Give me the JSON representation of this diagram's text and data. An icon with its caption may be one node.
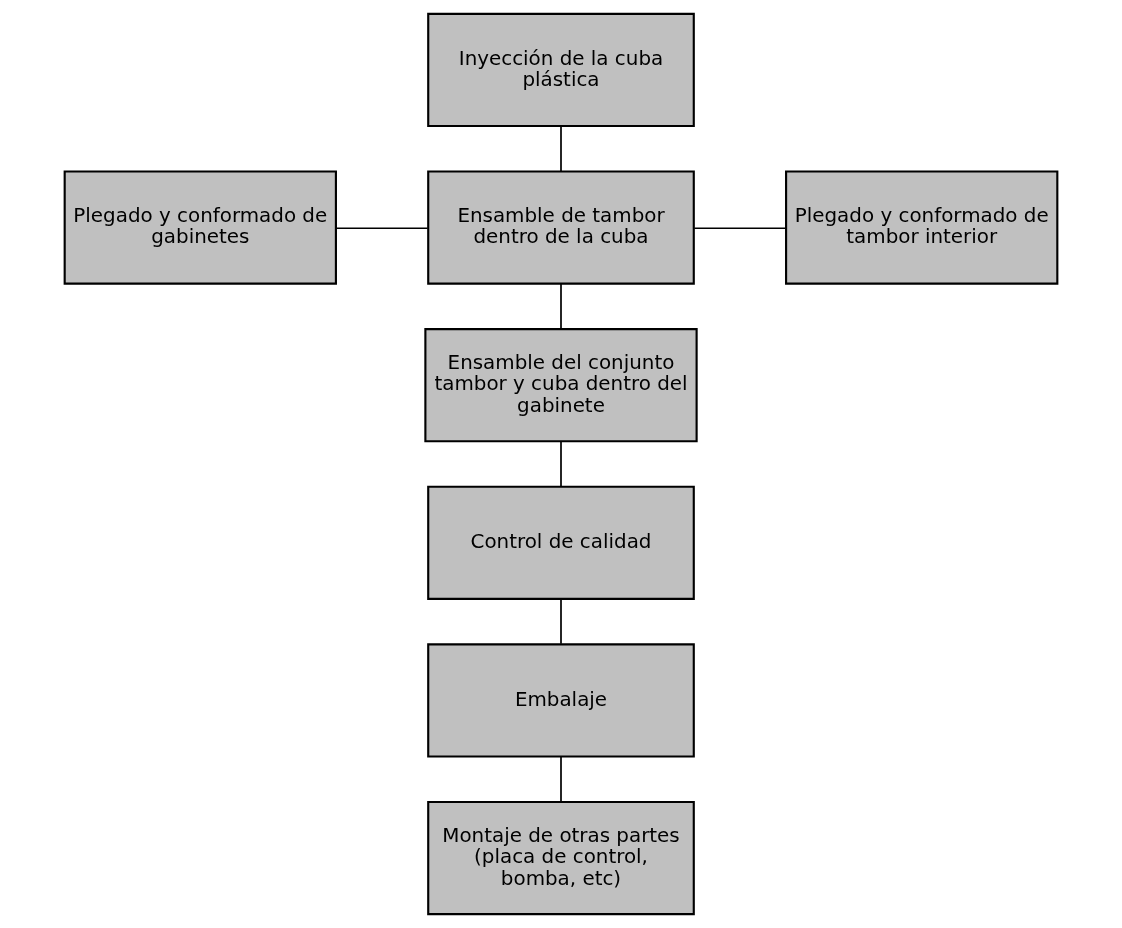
{
  "diagram": {
    "nodes": [
      {
        "text": [
          "Inyección de la cuba plástica"
        ]
      },
      {
        "text": [
          "Plegado y conformado de gabinetes"
        ]
      },
      {
        "text": [
          "Ensamble de tambor dentro de la cuba"
        ]
      },
      {
        "text": [
          "Plegado y conformado de tambor interior"
        ]
      },
      {
        "text": [
          "Ensamble del conjunto tambor y cuba dentro del gabinete"
        ]
      },
      {
        "text": [
          "Control de calidad"
        ]
      },
      {
        "text": [
          "Embalaje"
        ]
      },
      {
        "text": [
          "Montaje de otras partes (placa de control, bomba, etc)"
        ]
      }
    ],
    "edges": [
      {
        "from": 0,
        "to": 2,
        "arrow": "none"
      },
      {
        "from": 1,
        "to": 2,
        "arrow": "none"
      },
      {
        "from": 2,
        "to": 3,
        "arrow": "none"
      },
      {
        "from": 2,
        "to": 4,
        "arrow": "none"
      },
      {
        "from": 4,
        "to": 5,
        "arrow": "none"
      },
      {
        "from": 5,
        "to": 6,
        "arrow": "none"
      },
      {
        "from": 6,
        "to": 7,
        "arrow": "none"
      }
    ]
  }
}
